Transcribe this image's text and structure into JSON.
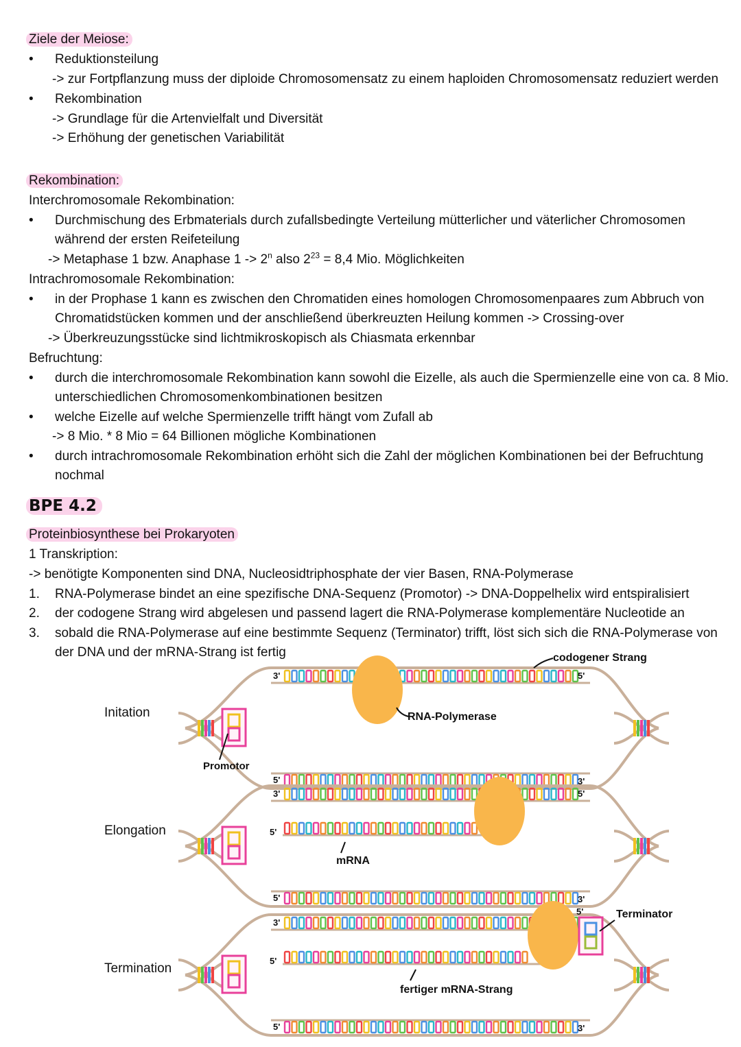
{
  "meiose": {
    "heading": "Ziele der Meiose:",
    "b1": "Reduktionsteilung",
    "b1_sub": "-> zur Fortpflanzung muss der diploide Chromosomensatz zu einem haploiden Chromosomensatz reduziert werden",
    "b2": "Rekombination",
    "b2_sub1": "-> Grundlage für die Artenvielfalt und Diversität",
    "b2_sub2": "-> Erhöhung der genetischen Variabilität"
  },
  "rekombination": {
    "heading": "Rekombination:",
    "inter_title": "Interchromosomale Rekombination:",
    "inter_b1_l1": "Durchmischung des Erbmaterials durch zufallsbedingte Verteilung mütterlicher und väterlicher Chromosomen",
    "inter_b1_l2": "während der ersten Reifeteilung",
    "inter_arrow_a": "-> Metaphase 1 bzw. Anaphase 1 -> 2",
    "inter_arrow_exp1": "n",
    "inter_arrow_b": " also 2",
    "inter_arrow_exp2": "23",
    "inter_arrow_c": " = 8,4 Mio. Möglichkeiten",
    "intra_title": "Intrachromosomale Rekombination:",
    "intra_b1_l1": "in der Prophase 1 kann es zwischen den Chromatiden eines homologen Chromosomenpaares zum Abbruch von",
    "intra_b1_l2": "Chromatidstücken kommen und der anschließend überkreuzten Heilung kommen -> Crossing-over",
    "intra_arrow": "-> Überkreuzungsstücke sind lichtmikroskopisch als Chiasmata erkennbar",
    "befr_title": "Befruchtung:",
    "befr_b1_l1": "durch die interchromosomale Rekombination kann sowohl die Eizelle, als auch die Spermienzelle eine von ca. 8 Mio.",
    "befr_b1_l2": "unterschiedlichen Chromosomenkombinationen besitzen",
    "befr_b2": "welche Eizelle auf welche Spermienzelle trifft hängt vom Zufall ab",
    "befr_b2_sub": "-> 8 Mio. * 8 Mio = 64 Billionen mögliche Kombinationen",
    "befr_b3_l1": "durch intrachromosomale Rekombination erhöht sich die Zahl der möglichen Kombinationen bei der Befruchtung",
    "befr_b3_l2": "nochmal"
  },
  "bpe": "BPE 4.2",
  "protein": {
    "heading": "Proteinbiosynthese bei Prokaryoten",
    "transkription": "1 Transkription:",
    "komponenten": "-> benötigte Komponenten sind DNA, Nucleosidtriphosphate der vier Basen, RNA-Polymerase",
    "steps": [
      {
        "n": "1.",
        "text": "RNA-Polymerase bindet an eine spezifische DNA-Sequenz (Promotor) -> DNA-Doppelhelix wird entspiralisiert"
      },
      {
        "n": "2.",
        "text": "der codogene Strang wird abgelesen und passend lagert die RNA-Polymerase komplementäre Nucleotide an"
      },
      {
        "n": "3.",
        "text": "sobald die RNA-Polymerase auf eine bestimmte Sequenz (Terminator) trifft, löst sich sich die RNA-Polymerase von"
      }
    ],
    "step3_l2": "der DNA und der mRNA-Strang ist fertig"
  },
  "diagram": {
    "stages": [
      "Initation",
      "Elongation",
      "Termination"
    ],
    "labels": {
      "codogen": "codogener Strang",
      "polymerase": "RNA-Polymerase",
      "promotor": "Promotor",
      "mrna": "mRNA",
      "terminator": "Terminator",
      "fertig": "fertiger mRNA-Strang"
    },
    "ends": {
      "three": "3'",
      "five": "5'"
    },
    "colors": {
      "polymerase": "#f9b64b",
      "box": "#e8409a",
      "backbone": "#c9b09a"
    }
  }
}
